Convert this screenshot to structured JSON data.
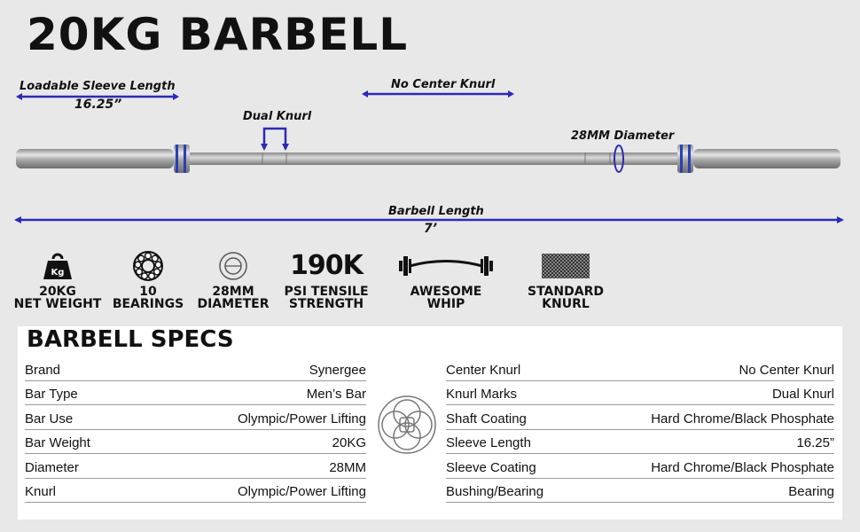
{
  "title": "20KG BARBELL",
  "annotations": {
    "sleeve_label": "Loadable Sleeve Length",
    "sleeve_value": "16.25”",
    "no_center_knurl": "No Center Knurl",
    "dual_knurl": "Dual Knurl",
    "diameter": "28MM Diameter",
    "barbell_length_label": "Barbell Length",
    "barbell_length_value": "7’"
  },
  "colors": {
    "accent": "#2b2bb5",
    "chrome": "#b8b8b8"
  },
  "features": [
    {
      "icon": "weight-icon",
      "icon_text": "Kg",
      "line1": "20KG",
      "line2": "NET WEIGHT"
    },
    {
      "icon": "bearing-icon",
      "line1": "10",
      "line2": "BEARINGS"
    },
    {
      "icon": "diameter-icon",
      "line1": "28MM",
      "line2": "DIAMETER"
    },
    {
      "icon": "tensile-icon",
      "icon_text": "190K",
      "line1": "PSI TENSILE",
      "line2": "STRENGTH"
    },
    {
      "icon": "whip-icon",
      "line1": "AWESOME",
      "line2": "WHIP"
    },
    {
      "icon": "knurl-icon",
      "line1": "STANDARD",
      "line2": "KNURL"
    }
  ],
  "specs": {
    "heading": "BARBELL SPECS",
    "left": [
      {
        "label": "Brand",
        "value": "Synergee"
      },
      {
        "label": "Bar Type",
        "value": "Men’s Bar"
      },
      {
        "label": "Bar Use",
        "value": "Olympic/Power Lifting"
      },
      {
        "label": "Bar Weight",
        "value": "20KG"
      },
      {
        "label": "Diameter",
        "value": "28MM"
      },
      {
        "label": "Knurl",
        "value": "Olympic/Power Lifting"
      }
    ],
    "right": [
      {
        "label": "Center Knurl",
        "value": "No Center Knurl"
      },
      {
        "label": "Knurl Marks",
        "value": "Dual Knurl"
      },
      {
        "label": "Shaft Coating",
        "value": "Hard Chrome/Black Phosphate"
      },
      {
        "label": "Sleeve Length",
        "value": "16.25”"
      },
      {
        "label": "Sleeve Coating",
        "value": "Hard Chrome/Black Phosphate"
      },
      {
        "label": "Bushing/Bearing",
        "value": "Bearing"
      }
    ]
  }
}
